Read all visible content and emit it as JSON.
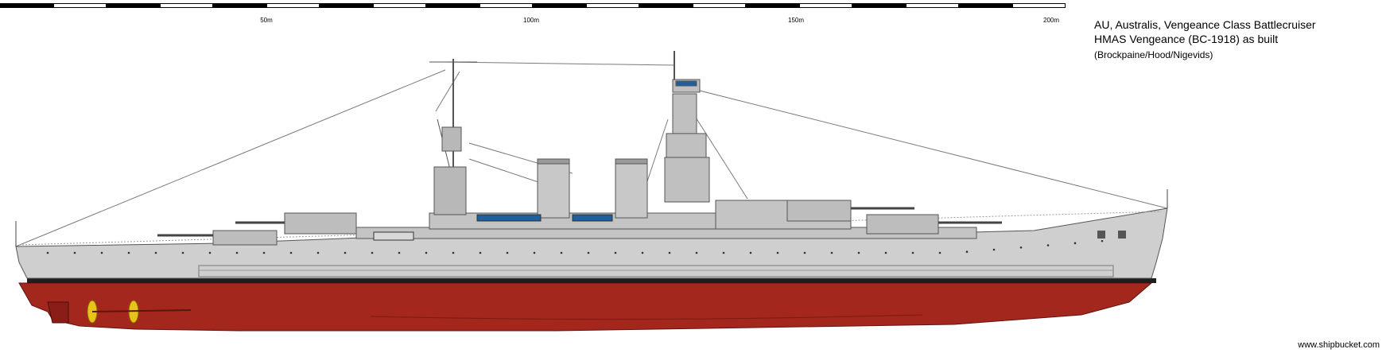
{
  "scale": {
    "labels": [
      "50m",
      "100m",
      "150m",
      "200m"
    ]
  },
  "title": {
    "line1": "AU, Australis, Vengeance Class Battlecruiser",
    "line2": "HMAS Vengeance (BC-1918) as built",
    "credits": "(Brockpaine/Hood/Nigevids)"
  },
  "footer": {
    "website": "www.shipbucket.com"
  },
  "colors": {
    "hull_red": "#a3271c",
    "hull_grey": "#cfcfcf",
    "superstructure_grey": "#c4c4c4",
    "dark_grey": "#8a8a8a",
    "boot_black": "#1e1e1e",
    "propeller_yellow": "#e8c21a",
    "boat_blue": "#1f5f9e"
  }
}
